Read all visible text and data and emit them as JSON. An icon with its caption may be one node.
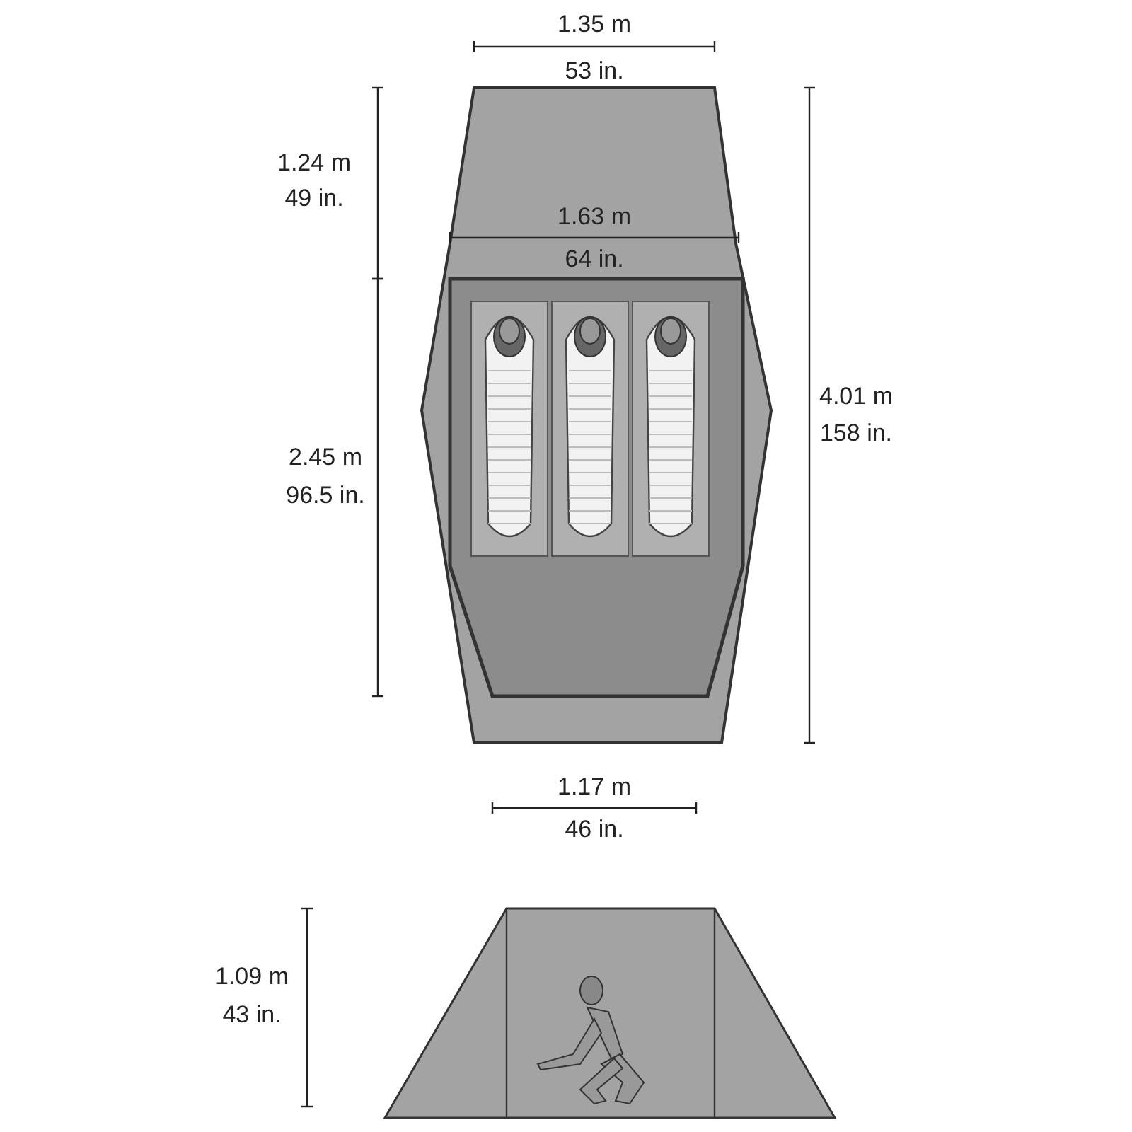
{
  "diagram": {
    "labels": [
      "1.35 m",
      "53 in.",
      "1.24 m",
      "49 in.",
      "1.63 m",
      "64 in.",
      "4.01 m",
      "158 in.",
      "2.45 m",
      "96.5 in.",
      "1.17 m",
      "46 in.",
      "1.09 m",
      "43 in."
    ]
  }
}
